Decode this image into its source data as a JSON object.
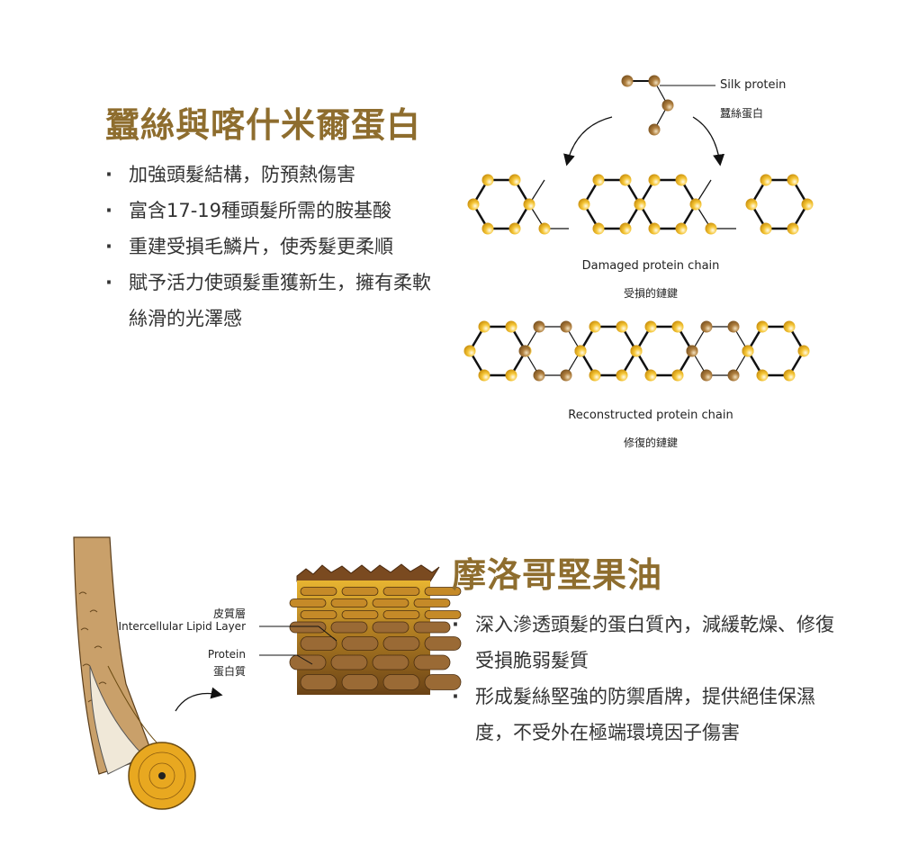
{
  "silk": {
    "title": "蠶絲與喀什米爾蛋白",
    "bullets": [
      "加強頭髮結構，防預熱傷害",
      "富含17-19種頭髮所需的胺基酸",
      "重建受損毛鱗片，使秀髮更柔順",
      "賦予活力使頭髮重獲新生，擁有柔軟絲滑的光澤感"
    ]
  },
  "diagram": {
    "silk_protein_en": "Silk protein",
    "silk_protein_zh": "蠶絲蛋白",
    "damaged_en": "Damaged protein chain",
    "damaged_zh": "受損的鏈鍵",
    "reconstructed_en": "Reconstructed protein chain",
    "reconstructed_zh": "修復的鏈鍵",
    "colors": {
      "gold": "#f2b51e",
      "brown": "#9a6c2e"
    }
  },
  "hair": {
    "lipid_zh": "皮質層",
    "lipid_en": "Intercellular Lipid Layer",
    "protein_en": "Protein",
    "protein_zh": "蛋白質"
  },
  "argan": {
    "title": "摩洛哥堅果油",
    "bullets": [
      "深入滲透頭髮的蛋白質內，減緩乾燥、修復受損脆弱髮質",
      "形成髮絲堅強的防禦盾牌，提供絕佳保濕度，不受外在極端環境因子傷害"
    ]
  }
}
